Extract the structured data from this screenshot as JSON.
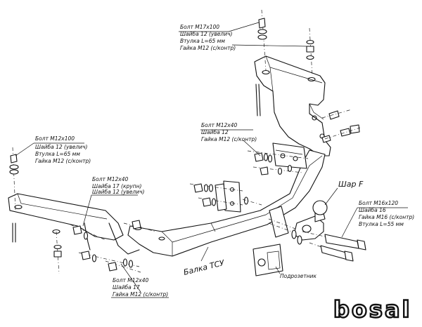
{
  "callouts": {
    "top": [
      "Болт М17х100",
      "Шайба 12 (увелич)",
      "Втулка L=65 мм",
      "Гайка М12 (с/контр)"
    ],
    "left": [
      "Болт М12х100",
      "Шайба 12 (увелич)",
      "Втулка L=65 мм",
      "Гайка М12 (с/контр)"
    ],
    "mid_right": [
      "Болт М12х40",
      "Шайба 12",
      "Гайка М12 (с/контр)"
    ],
    "mid_left": [
      "Болт М12х40",
      "Шайба 17 (крупн)",
      "Шайба 12 (увелич)"
    ],
    "bottom": [
      "Болт М12х40",
      "Шайба 17",
      "Гайка М12 (с/контр)"
    ],
    "right": [
      "Болт М16х120",
      "Шайба 16",
      "Гайка М16 (с/контр)",
      "Втулка L=55 мм"
    ]
  },
  "labels": {
    "ball": "Шар F",
    "beam": "Балка ТСУ",
    "socket": "Подрозетник"
  },
  "logo": "bosal"
}
